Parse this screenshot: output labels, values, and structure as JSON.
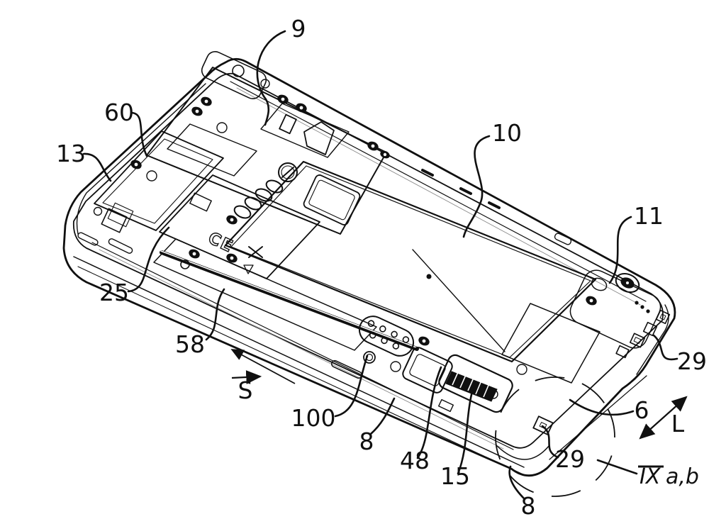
{
  "drawing": {
    "background": "#ffffff",
    "ink": "#101010",
    "labels": {
      "r9": "9",
      "r60": "60",
      "r13": "13",
      "r10": "10",
      "r11": "11",
      "r25": "25",
      "r58": "58",
      "r100": "100",
      "r8_left": "8",
      "r48": "48",
      "r15": "15",
      "r8_bottom": "8",
      "r29_right": "29",
      "r6": "6",
      "r29_bottom": "29",
      "s": "S",
      "l": "L",
      "section_ix": "IX",
      "section_ab": "a,b",
      "ce_mark": "CE"
    }
  }
}
